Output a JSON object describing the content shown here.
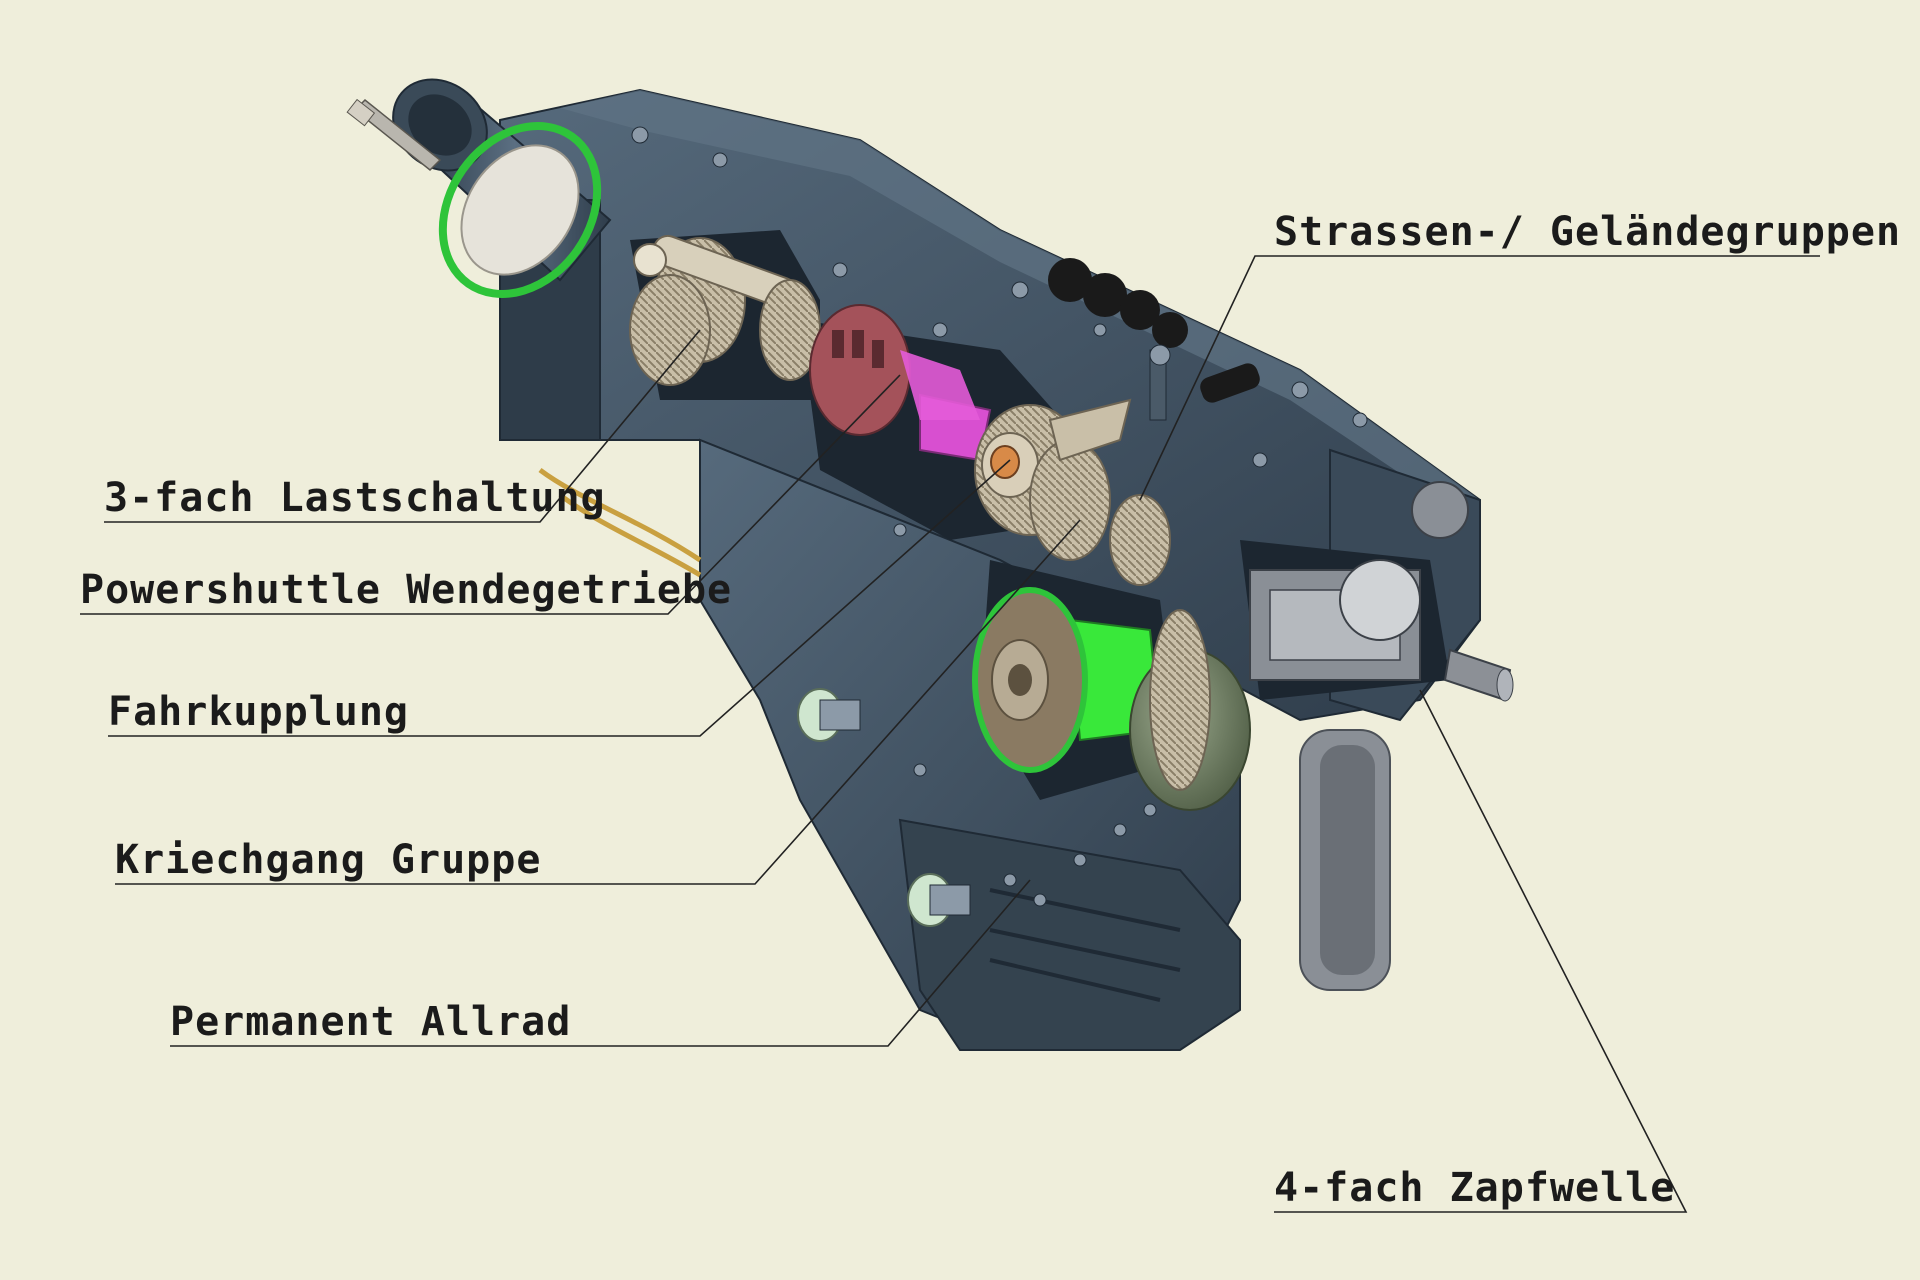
{
  "labels": {
    "strassen": "Strassen-/ Geländegruppen",
    "lastschaltung": "3-fach Lastschaltung",
    "powershuttle": "Powershuttle Wendegetriebe",
    "fahrkupplung": "Fahrkupplung",
    "kriechgang": "Kriechgang Gruppe",
    "allrad": "Permanent Allrad",
    "zapfwelle": "4-fach Zapfwelle"
  },
  "colors": {
    "background": "#efeedb",
    "housing": "#3e4e5e",
    "housing_dark": "#2c3a48",
    "housing_light": "#56687a",
    "gear": "#c9bfa8",
    "clutch_red": "#a4525a",
    "clutch_magenta": "#d84fd0",
    "green_part": "#39e83a",
    "seal_green": "#2ec43a",
    "bronze": "#8a7a62",
    "black_parts": "#1a1a1a",
    "leader": "#222222"
  }
}
